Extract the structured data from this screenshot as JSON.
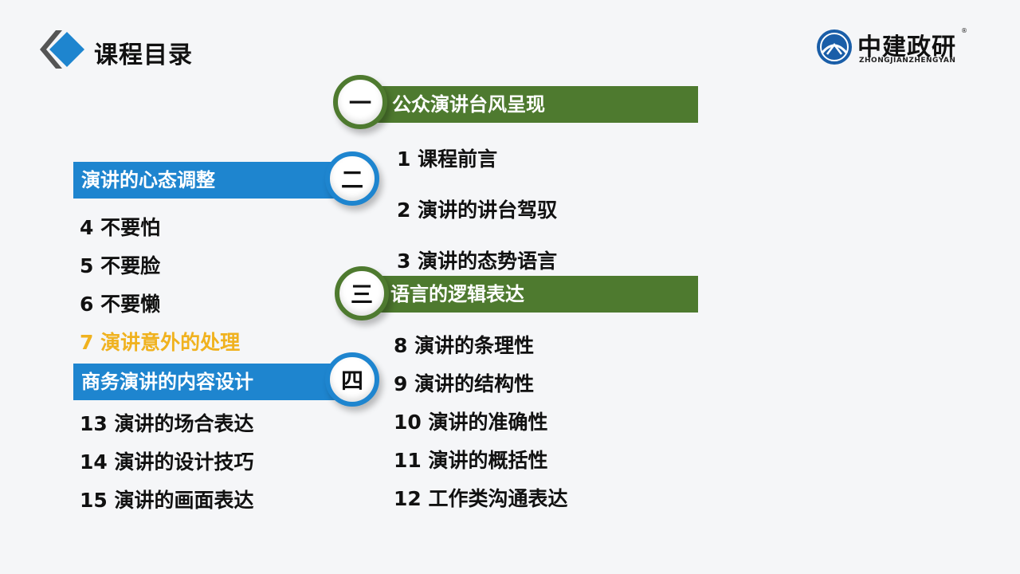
{
  "header": {
    "title": "课程目录"
  },
  "brand": {
    "name": "中建政研",
    "subtitle": "ZHONGJIANZHENGYAN",
    "reg": "®"
  },
  "sections": [
    {
      "badge": "一",
      "title": "公众演讲台风呈现",
      "color": "#4e7a2f",
      "items": [
        "1 课程前言",
        "2 演讲的讲台驾驭",
        "3 演讲的态势语言"
      ]
    },
    {
      "badge": "二",
      "title": "演讲的心态调整",
      "color": "#1e85cf",
      "items": [
        "4 不要怕",
        "5 不要脸",
        "6 不要懒",
        "7 演讲意外的处理"
      ]
    },
    {
      "badge": "三",
      "title": "语言的逻辑表达",
      "color": "#4e7a2f",
      "items": [
        "8 演讲的条理性",
        "9 演讲的结构性",
        "10 演讲的准确性",
        "11 演讲的概括性",
        "12 工作类沟通表达"
      ]
    },
    {
      "badge": "四",
      "title": "商务演讲的内容设计",
      "color": "#1e85cf",
      "items": [
        "13 演讲的场合表达",
        "14 演讲的设计技巧",
        "15 演讲的画面表达"
      ]
    }
  ],
  "highlight_color": "#f0b21f"
}
